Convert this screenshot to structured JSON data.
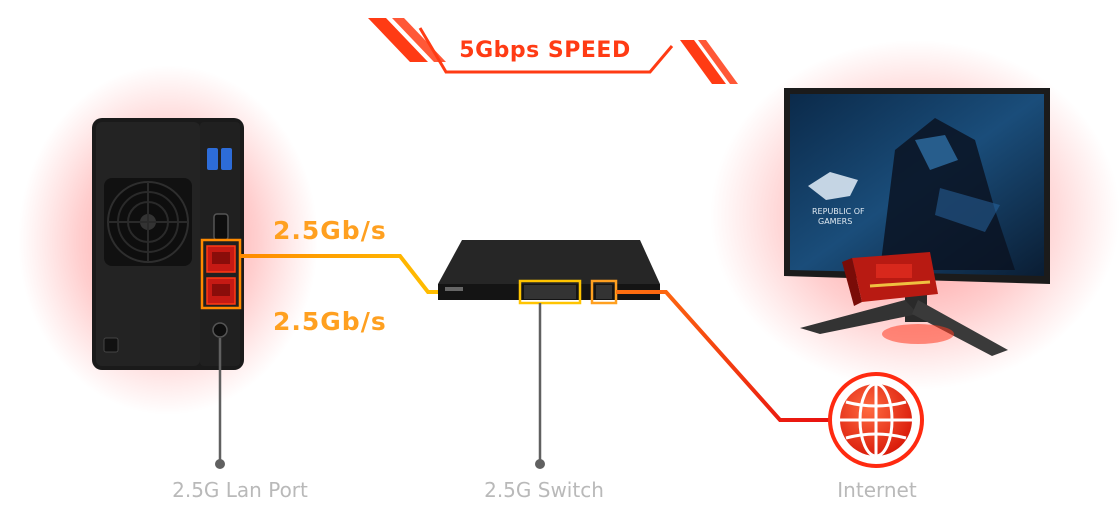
{
  "header": {
    "title": "5Gbps SPEED"
  },
  "links": {
    "upper_speed": "2.5Gb/s",
    "lower_speed": "2.5Gb/s"
  },
  "devices": {
    "nas": {
      "label": "2.5G Lan Port"
    },
    "switch": {
      "label": "2.5G Switch"
    },
    "internet": {
      "label": "Internet"
    }
  },
  "monitor": {
    "screen_text_1": "REPUBLIC OF",
    "screen_text_2": "GAMERS"
  },
  "colors": {
    "accent_red": "#ff2a10",
    "accent_orange": "#ffa020",
    "accent_yellow": "#ffd000",
    "label_gray": "#b9b9b9"
  }
}
